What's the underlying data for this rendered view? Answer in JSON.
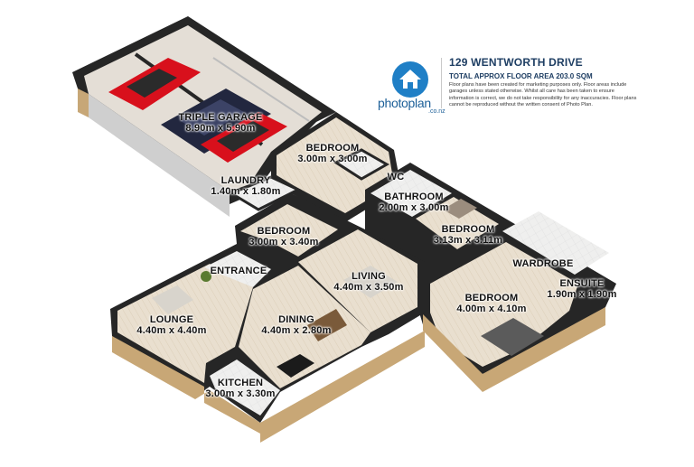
{
  "header": {
    "address": "129 WENTWORTH DRIVE",
    "floor_area": "TOTAL APPROX FLOOR AREA 203.0 SQM",
    "disclaimer": "Floor plans have been created for marketing purposes only. Floor areas include garages unless stated otherwise. Whilst all care has been taken to ensure information is correct, we do not take responsibility for any inaccuracies. Floor plans cannot be reproduced without the written consent of Photo Plan."
  },
  "brand": {
    "name": "photoplan",
    "suffix": ".co.nz",
    "icon": "house-icon"
  },
  "rooms": {
    "triple_garage": {
      "name": "TRIPLE GARAGE",
      "dims": "8.90m x 5.90m"
    },
    "bedroom_1": {
      "name": "BEDROOM",
      "dims": "3.00m x 3.00m"
    },
    "laundry": {
      "name": "LAUNDRY",
      "dims": "1.40m x 1.80m"
    },
    "wc": {
      "name": "WC"
    },
    "bathroom": {
      "name": "BATHROOM",
      "dims": "2.00m x 3.00m"
    },
    "bedroom_2": {
      "name": "BEDROOM",
      "dims": "3.13m x 3.11m"
    },
    "bedroom_3": {
      "name": "BEDROOM",
      "dims": "3.00m x 3.40m"
    },
    "wardrobe": {
      "name": "WARDROBE"
    },
    "ensuite": {
      "name": "ENSUITE",
      "dims": "1.90m x 1.90m"
    },
    "entrance": {
      "name": "ENTRANCE"
    },
    "living": {
      "name": "LIVING",
      "dims": "4.40m x 3.50m"
    },
    "bedroom_master": {
      "name": "BEDROOM",
      "dims": "4.00m x 4.10m"
    },
    "lounge": {
      "name": "LOUNGE",
      "dims": "4.40m x 4.40m"
    },
    "dining": {
      "name": "DINING",
      "dims": "4.40m x 2.80m"
    },
    "kitchen": {
      "name": "KITCHEN",
      "dims": "3.00m x 3.30m"
    }
  },
  "colors": {
    "wall_top": "#1b1b1b",
    "floor": "#ede6da",
    "garage_floor": "#e3ded6",
    "wall_face": "#c9a978",
    "car_red": "#d8101c",
    "car_navy": "#22273f",
    "brand_blue": "#1f7fc6"
  }
}
